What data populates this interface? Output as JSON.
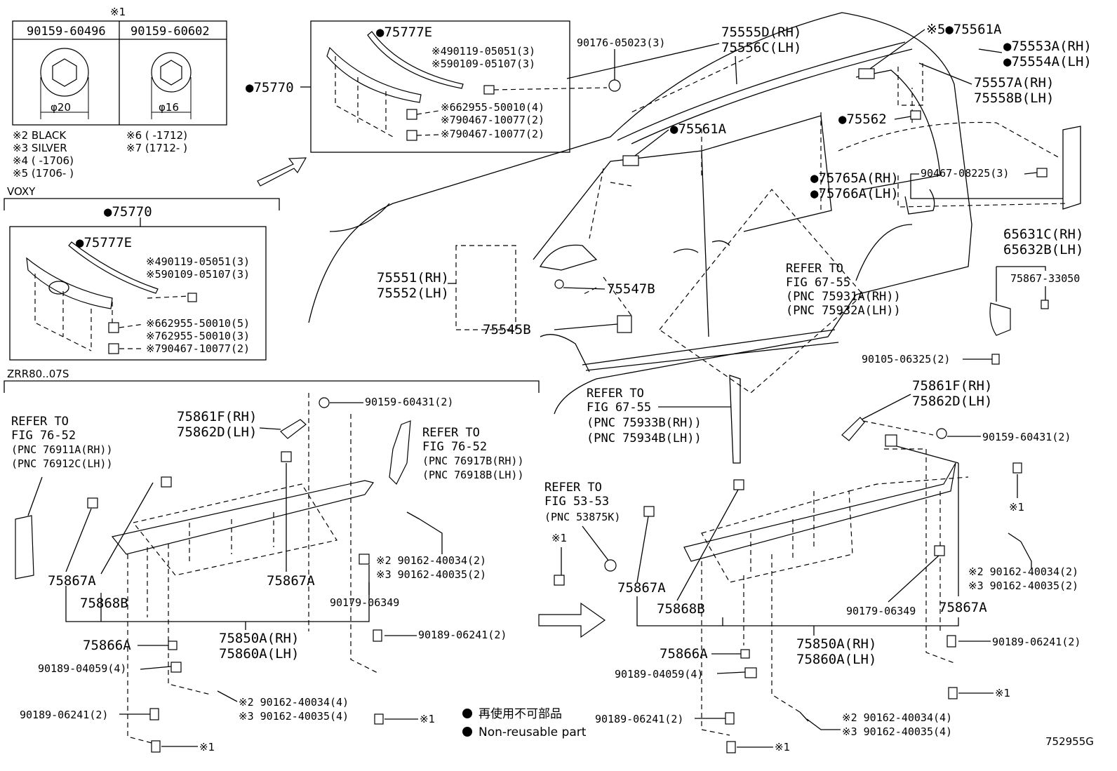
{
  "diagram_id": "752955G",
  "legend": {
    "jp": "再使用不可部品",
    "en": "Non-reusable part"
  },
  "note_marker": "※1",
  "top_left_table": {
    "col1": "90159-60496",
    "col2": "90159-60602",
    "dia1": "φ20",
    "dia2": "φ16",
    "notes_left": [
      "※2 BLACK",
      "※3 SILVER",
      "※4 (     -1706)",
      "※5 (1706-     )"
    ],
    "notes_right": [
      "※6 (     -1712)",
      "※7 (1712-     )"
    ]
  },
  "voxy_label": "VOXY",
  "zrr_label": "ZRR80..07S",
  "labels": {
    "p75770_top": "●75770",
    "p75770_voxy": "●75770",
    "p75777e_top": "●75777E",
    "p75777e_voxy": "●75777E",
    "t_4_90119": "※490119-05051(3)",
    "t_5_90109": "※590109-05107(3)",
    "t_6_62955": "※662955-50010(4)",
    "t_7_90467a": "※790467-10077(2)",
    "t_7_90467b": "※790467-10077(2)",
    "v_4_90119": "※490119-05051(3)",
    "v_5_90109": "※590109-05107(3)",
    "v_6_62955": "※662955-50010(5)",
    "v_7_62955": "※762955-50010(3)",
    "v_7_90467": "※790467-10077(2)",
    "p90176": "90176-05023(3)",
    "p75555d": "75555D(RH)",
    "p75556c": "75556C(LH)",
    "p75561a_top": "※5●75561A",
    "p75561a_mid": "●75561A",
    "p75553a": "●75553A(RH)",
    "p75554a": "●75554A(LH)",
    "p75557a": "75557A(RH)",
    "p75558b": "75558B(LH)",
    "p75562": "●75562",
    "p75765a": "●75765A(RH)",
    "p75766a": "●75766A(LH)",
    "p90467_08225": "90467-08225(3)",
    "p65631c": "65631C(RH)",
    "p65632b": "65632B(LH)",
    "p75867_33050": "75867-33050",
    "p90105": "90105-06325(2)",
    "refer_67_55a": [
      "REFER TO",
      "FIG 67-55",
      "(PNC 75931A(RH))",
      "(PNC 75932A(LH))"
    ],
    "p75551": "75551(RH)",
    "p75552": "75552(LH)",
    "p75547b": "75547B",
    "p75545b": "75545B",
    "refer_67_55b": [
      "REFER TO",
      "FIG 67-55",
      "(PNC 75933B(RH))",
      "(PNC 75934B(LH))"
    ],
    "refer_76_52a": [
      "REFER TO",
      "FIG 76-52",
      "(PNC 76911A(RH))",
      "(PNC 76912C(LH))"
    ],
    "refer_76_52b": [
      "REFER TO",
      "FIG 76-52",
      "(PNC 76917B(RH))",
      "(PNC 76918B(LH))"
    ],
    "refer_53_53": [
      "REFER TO",
      "FIG 53-53",
      "(PNC 53875K)"
    ],
    "l_90159_60431": "90159-60431(2)",
    "l_75861f": "75861F(RH)",
    "l_75862d": "75862D(LH)",
    "l_75867a_1": "75867A",
    "l_75867a_2": "75867A",
    "l_75868b": "75868B",
    "l_2_90162": "※2 90162-40034(2)",
    "l_3_90162": "※3 90162-40035(2)",
    "l_90179": "90179-06349",
    "l_75850a": "75850A(RH)",
    "l_75860a": "75860A(LH)",
    "l_75866a": "75866A",
    "l_90189_04059": "90189-04059(4)",
    "l_90189_06241a": "90189-06241(2)",
    "l_90189_06241b": "90189-06241(2)",
    "l_2_90162_4": "※2 90162-40034(4)",
    "l_3_90162_4": "※3 90162-40035(4)",
    "l_x1a": "※1",
    "l_x1b": "※1",
    "r_75861f": "75861F(RH)",
    "r_75862d": "75862D(LH)",
    "r_90159_60431": "90159-60431(2)",
    "r_x1a": "※1",
    "r_x1b": "※1",
    "r_x1c": "※1",
    "r_x1d": "※1",
    "r_75867a_1": "75867A",
    "r_75867a_2": "75867A",
    "r_75868b": "75868B",
    "r_2_90162": "※2 90162-40034(2)",
    "r_3_90162": "※3 90162-40035(2)",
    "r_90179": "90179-06349",
    "r_75850a": "75850A(RH)",
    "r_75860a": "75860A(LH)",
    "r_75866a": "75866A",
    "r_90189_04059": "90189-04059(4)",
    "r_90189_06241a": "90189-06241(2)",
    "r_90189_06241b": "90189-06241(2)",
    "r_2_90162_4": "※2 90162-40034(4)",
    "r_3_90162_4": "※3 90162-40035(4)"
  }
}
